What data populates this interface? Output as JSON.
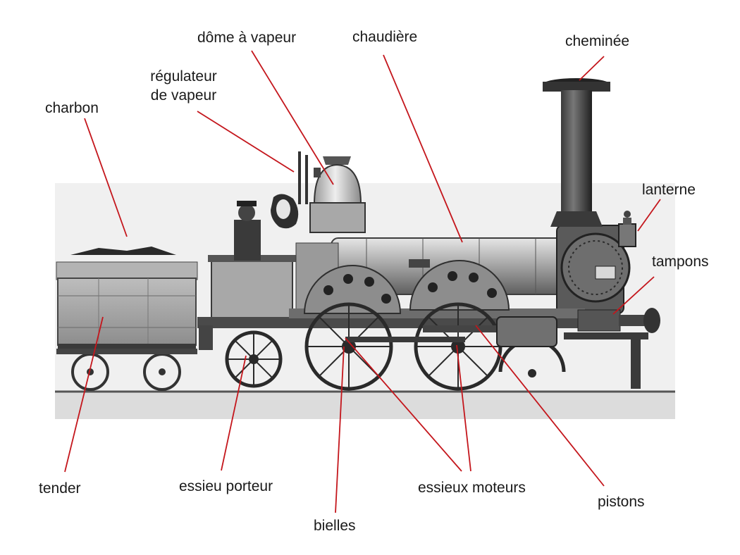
{
  "labels": {
    "dome": "dôme à vapeur",
    "chaudiere": "chaudière",
    "cheminee": "cheminée",
    "regulateur_l1": "régulateur",
    "regulateur_l2": "de vapeur",
    "charbon": "charbon",
    "lanterne": "lanterne",
    "tampons": "tampons",
    "tender": "tender",
    "essieu_porteur": "essieu porteur",
    "bielles": "bielles",
    "essieux_moteurs": "essieux moteurs",
    "pistons": "pistons"
  },
  "colors": {
    "leader": "#c4161c",
    "label_text": "#1a1a1a",
    "metal_dark": "#2b2b2b",
    "metal_mid": "#8a8a8a",
    "metal_light": "#c8c8c8",
    "paper": "#ececec"
  }
}
